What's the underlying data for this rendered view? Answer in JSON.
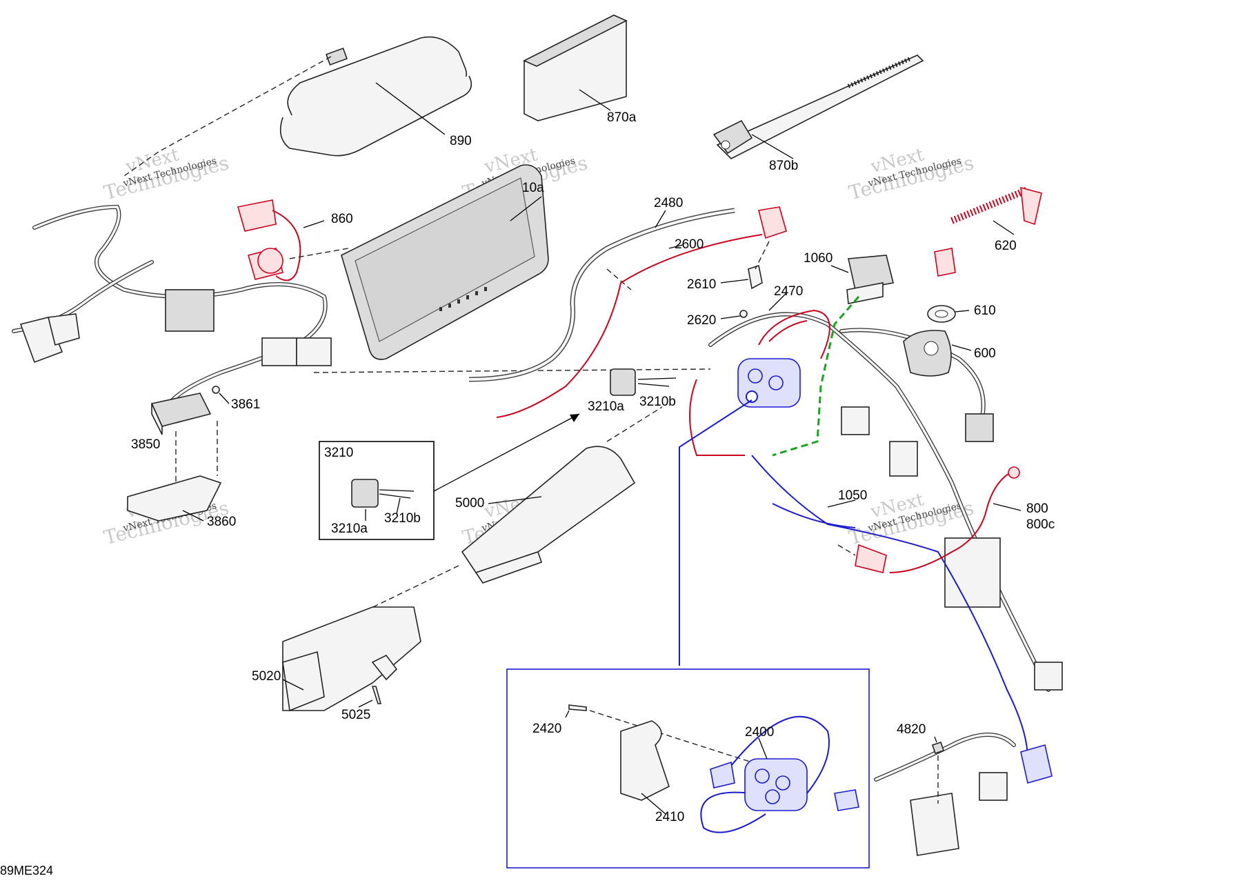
{
  "diagram": {
    "code": "89ME324",
    "watermark": {
      "line1": "vNext",
      "line2": "Technologies",
      "small": "vNext Technologies"
    },
    "colors": {
      "highlight_red": "#d0021b",
      "highlight_blue": "#1a1ad4",
      "highlight_green": "#16a51c"
    },
    "labels": {
      "p890": "890",
      "p870a": "870a",
      "p870b": "870b",
      "p860": "860",
      "p10a": "10a",
      "p2480": "2480",
      "p2600": "2600",
      "p2610": "2610",
      "p2620": "2620",
      "p2470": "2470",
      "p1060": "1060",
      "p620": "620",
      "p610": "610",
      "p600": "600",
      "p3861": "3861",
      "p3850": "3850",
      "p3860": "3860",
      "p3210a": "3210a",
      "p3210b": "3210b",
      "p5000": "5000",
      "p1050": "1050",
      "p800": "800",
      "p800c": "800c",
      "p5020": "5020",
      "p5025": "5025",
      "p4820": "4820",
      "p2420": "2420",
      "p2400": "2400",
      "p2410": "2410"
    },
    "inset_3210": {
      "title": "3210",
      "label_a": "3210a",
      "label_b": "3210b"
    }
  }
}
